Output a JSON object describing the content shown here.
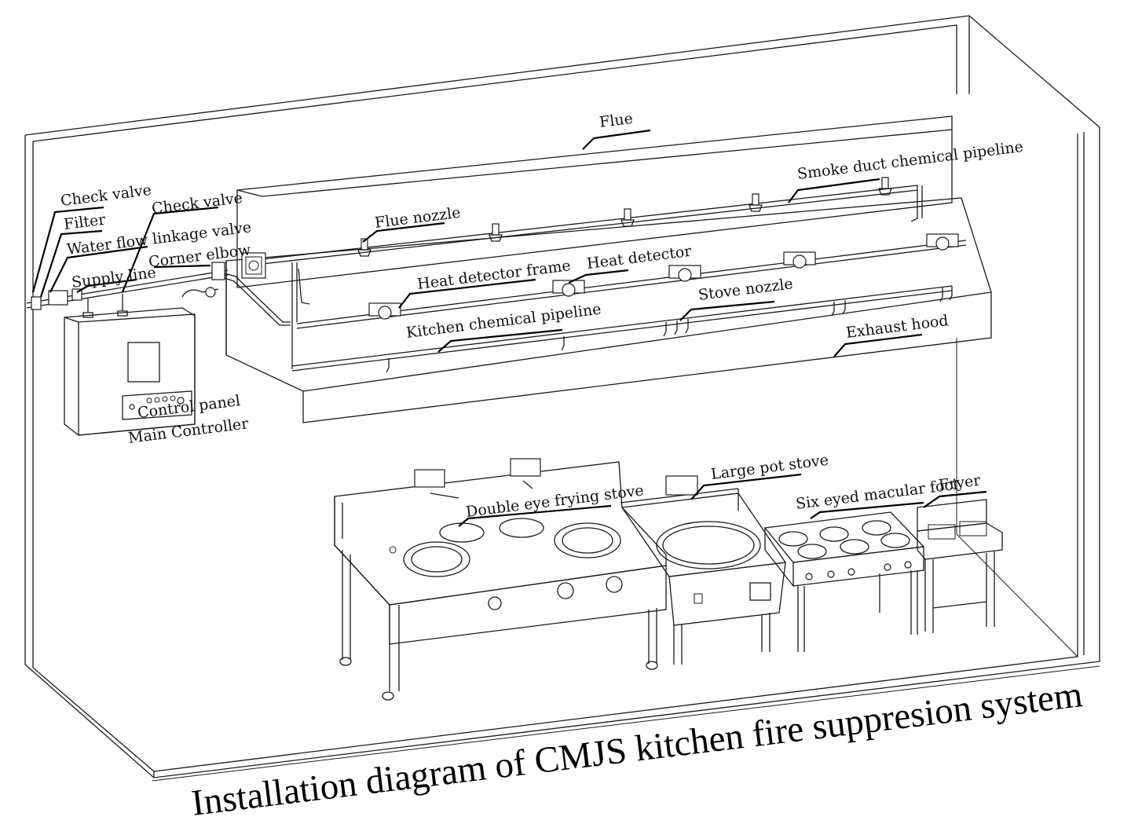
{
  "labels": {
    "flue": "Flue",
    "smoke_duct_chemical_pipeline": "Smoke duct chemical pipeline",
    "check_valve_1": "Check valve",
    "filter": "Filter",
    "water_flow_linkage_valve": "Water flow linkage valve",
    "supply_line": "Supply line",
    "check_valve_2": "Check valve",
    "corner_elbow": "Corner elbow",
    "flue_nozzle": "Flue nozzle",
    "heat_detector_frame": "Heat detector frame",
    "heat_detector": "Heat detector",
    "stove_nozzle": "Stove nozzle",
    "kitchen_chemical_pipeline": "Kitchen chemical pipeline",
    "exhaust_hood": "Exhaust hood",
    "control_panel": "Control panel",
    "main_controller": "Main Controller",
    "large_pot_stove": "Large pot stove",
    "double_eye_frying_stove": "Double eye frying stove",
    "six_eyed_macular_foci": "Six eyed macular foci",
    "fryer": "Fryer"
  },
  "title": "Installation diagram of CMJS kitchen fire suppresion system"
}
